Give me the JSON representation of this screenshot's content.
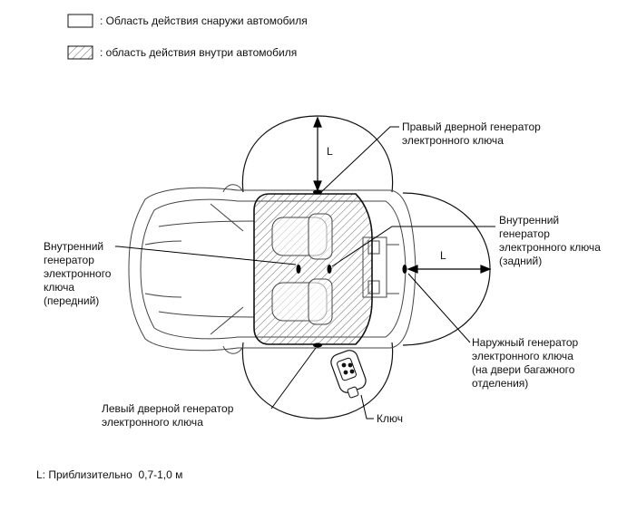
{
  "legend": {
    "outside_label": ": Область действия снаружи автомобиля",
    "inside_label": ": область действия внутри автомобиля"
  },
  "labels": {
    "right_door": "Правый дверной генератор\nэлектронного ключа",
    "inner_front": "Внутренний\nгенератор\nэлектронного\nключа\n(передний)",
    "inner_rear": "Внутренний\nгенератор\nэлектронного ключа\n(задний)",
    "outer_trunk": "Наружный генератор\nэлектронного ключа\n(на двери багажного\nотделения)",
    "left_door": "Левый дверной генератор\nэлектронного ключа",
    "key": "Ключ",
    "l_top": "L",
    "l_right": "L"
  },
  "footnote": "L: Приблизительно  0,7-1,0 м"
}
